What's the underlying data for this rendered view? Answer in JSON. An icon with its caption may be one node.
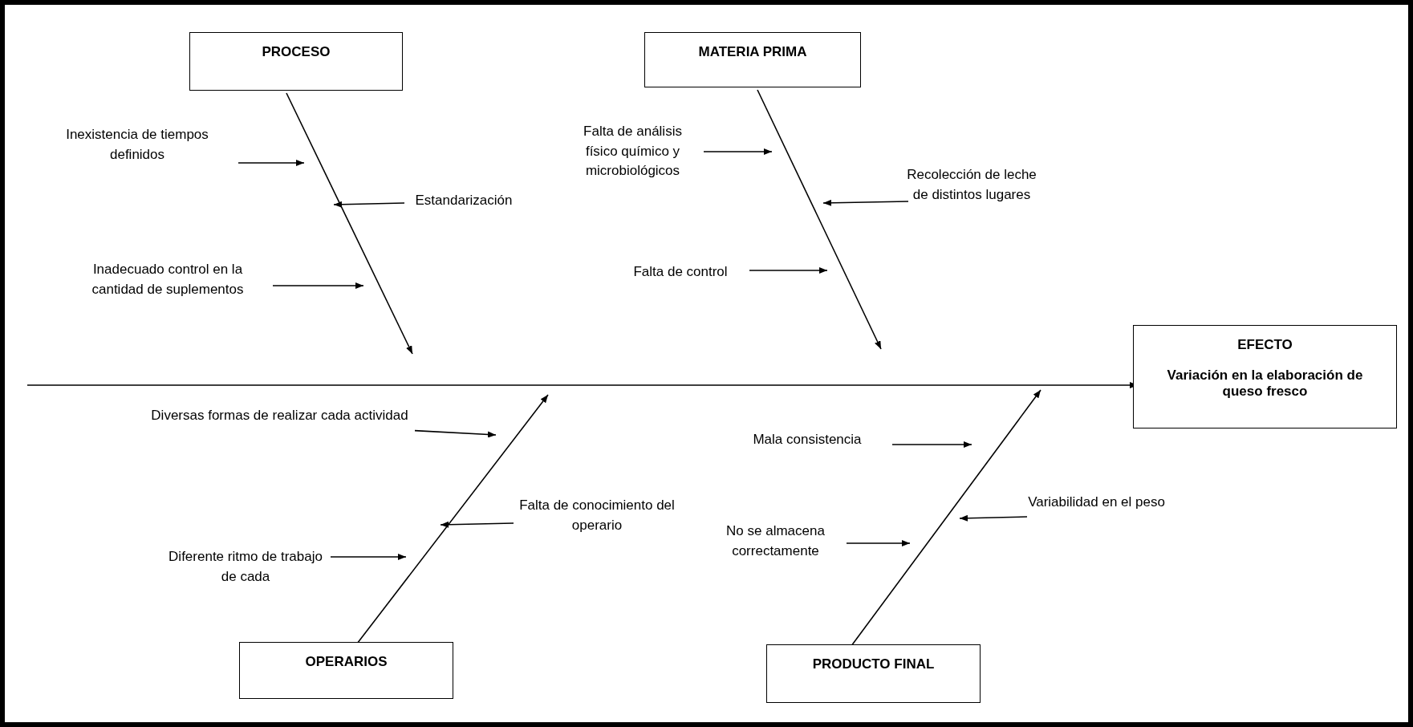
{
  "diagram": {
    "nodes": [
      {
        "text": [
          "PROCESO"
        ]
      },
      {
        "text": [
          "MATERIA PRIMA"
        ]
      },
      {
        "text": [
          "EFECTO",
          "Variación en la elaboración de queso fresco"
        ]
      },
      {
        "text": [
          "OPERARIOS"
        ]
      },
      {
        "text": [
          "PRODUCTO FINAL"
        ]
      },
      {
        "text": [
          "Inexistencia de tiempos definidos"
        ]
      },
      {
        "text": [
          "Estandarización"
        ]
      },
      {
        "text": [
          "Inadecuado control en la cantidad de suplementos"
        ]
      },
      {
        "text": [
          "Falta de análisis físico químico y microbiológicos"
        ]
      },
      {
        "text": [
          "Recolección de leche de distintos lugares"
        ]
      },
      {
        "text": [
          "Falta de control"
        ]
      },
      {
        "text": [
          "Diversas formas de realizar cada actividad"
        ]
      },
      {
        "text": [
          "Falta de conocimiento del operario"
        ]
      },
      {
        "text": [
          "Diferente ritmo de trabajo de cada"
        ]
      },
      {
        "text": [
          "Mala consistencia"
        ]
      },
      {
        "text": [
          "Variabilidad en el peso"
        ]
      },
      {
        "text": [
          "No se almacena correctamente"
        ]
      }
    ],
    "edges": [
      {
        "from": null,
        "to": 2,
        "arrow": "to"
      },
      {
        "from": 0,
        "to": null,
        "arrow": "to"
      },
      {
        "from": 1,
        "to": null,
        "arrow": "to"
      },
      {
        "from": 3,
        "to": null,
        "arrow": "to"
      },
      {
        "from": 4,
        "to": null,
        "arrow": "to"
      },
      {
        "from": 5,
        "to": null,
        "arrow": "to"
      },
      {
        "from": 6,
        "to": null,
        "arrow": "to"
      },
      {
        "from": 7,
        "to": null,
        "arrow": "to"
      },
      {
        "from": 8,
        "to": null,
        "arrow": "to"
      },
      {
        "from": 9,
        "to": null,
        "arrow": "to"
      },
      {
        "from": 10,
        "to": null,
        "arrow": "to"
      },
      {
        "from": 11,
        "to": null,
        "arrow": "to"
      },
      {
        "from": 12,
        "to": null,
        "arrow": "to"
      },
      {
        "from": 13,
        "to": null,
        "arrow": "to"
      },
      {
        "from": 14,
        "to": null,
        "arrow": "to"
      },
      {
        "from": 15,
        "to": null,
        "arrow": "to"
      },
      {
        "from": 16,
        "to": null,
        "arrow": "to"
      }
    ]
  }
}
